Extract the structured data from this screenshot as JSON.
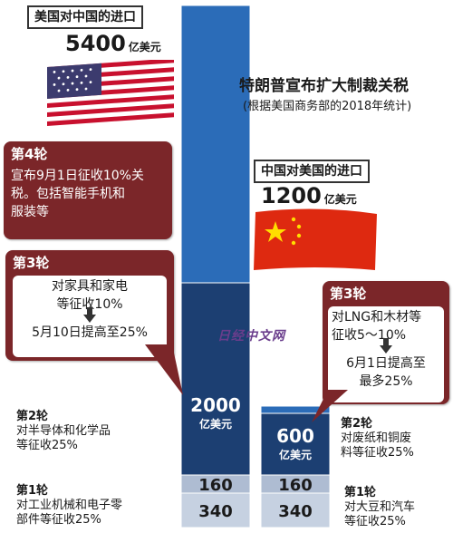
{
  "chart_data": {
    "type": "bar",
    "stacked": true,
    "title": "特朗普宣布扩大制裁关税",
    "subtitle": "(根据美国商务部的2018年统计)",
    "categories": [
      "美国对中国的进口",
      "中国对美国的进口"
    ],
    "category_totals": [
      {
        "value": "5400",
        "unit": "亿美元"
      },
      {
        "value": "1200",
        "unit": "亿美元"
      }
    ],
    "series": [
      {
        "name": "第1轮",
        "values": [
          340,
          340
        ],
        "labels": [
          "340",
          "340"
        ]
      },
      {
        "name": "第2轮",
        "values": [
          160,
          160
        ],
        "labels": [
          "160",
          "160"
        ]
      },
      {
        "name": "第3轮",
        "values": [
          2000,
          600
        ],
        "labels": [
          "2000 亿美元",
          "600 亿美元"
        ]
      },
      {
        "name": "第4轮",
        "values": [
          2900,
          100
        ],
        "labels": [
          "",
          ""
        ]
      }
    ],
    "unit": "亿美元",
    "colors": {
      "round1": "#c6d1e1",
      "round2": "#aebcd2",
      "round3": "#1c3f72",
      "round4": "#2b6cb8",
      "callout": "#7b2629"
    }
  },
  "us_flag_icon": "us-flag-icon",
  "china_flag_icon": "china-flag-icon",
  "watermark": "日经中文网",
  "annotations": {
    "us_round4": {
      "head": "第4轮",
      "lines": [
        "宣布9月1日征收10%关",
        "税。包括智能手机和",
        "服装等"
      ]
    },
    "us_round3": {
      "head": "第3轮",
      "line1": "对家具和家电",
      "line2": "等征收10%",
      "line3": "5月10日提高至25%"
    },
    "cn_round3": {
      "head": "第3轮",
      "line1": "对LNG和木材等",
      "line2": "征收5～10%",
      "line3": "6月1日提高至",
      "line4": "最多25%"
    },
    "us_round2": {
      "head": "第2轮",
      "line1": "对半导体和化学品",
      "line2": "等征收25%"
    },
    "us_round1": {
      "head": "第1轮",
      "line1": "对工业机械和电子零",
      "line2": "部件等征收25%"
    },
    "cn_round2": {
      "head": "第2轮",
      "line1": "对废纸和铜废",
      "line2": "料等征收25%"
    },
    "cn_round1": {
      "head": "第1轮",
      "line1": "对大豆和汽车",
      "line2": "等征收25%"
    }
  }
}
